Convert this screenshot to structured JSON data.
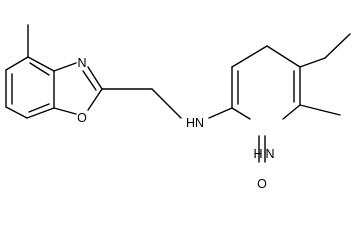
{
  "molecule": {
    "atoms": {
      "benzoxazole_n": "N",
      "benzoxazole_o": "O",
      "amine_nh": "HN",
      "pyridone_nh": "H",
      "pyridone_n": "N",
      "carbonyl_o": "O"
    }
  }
}
